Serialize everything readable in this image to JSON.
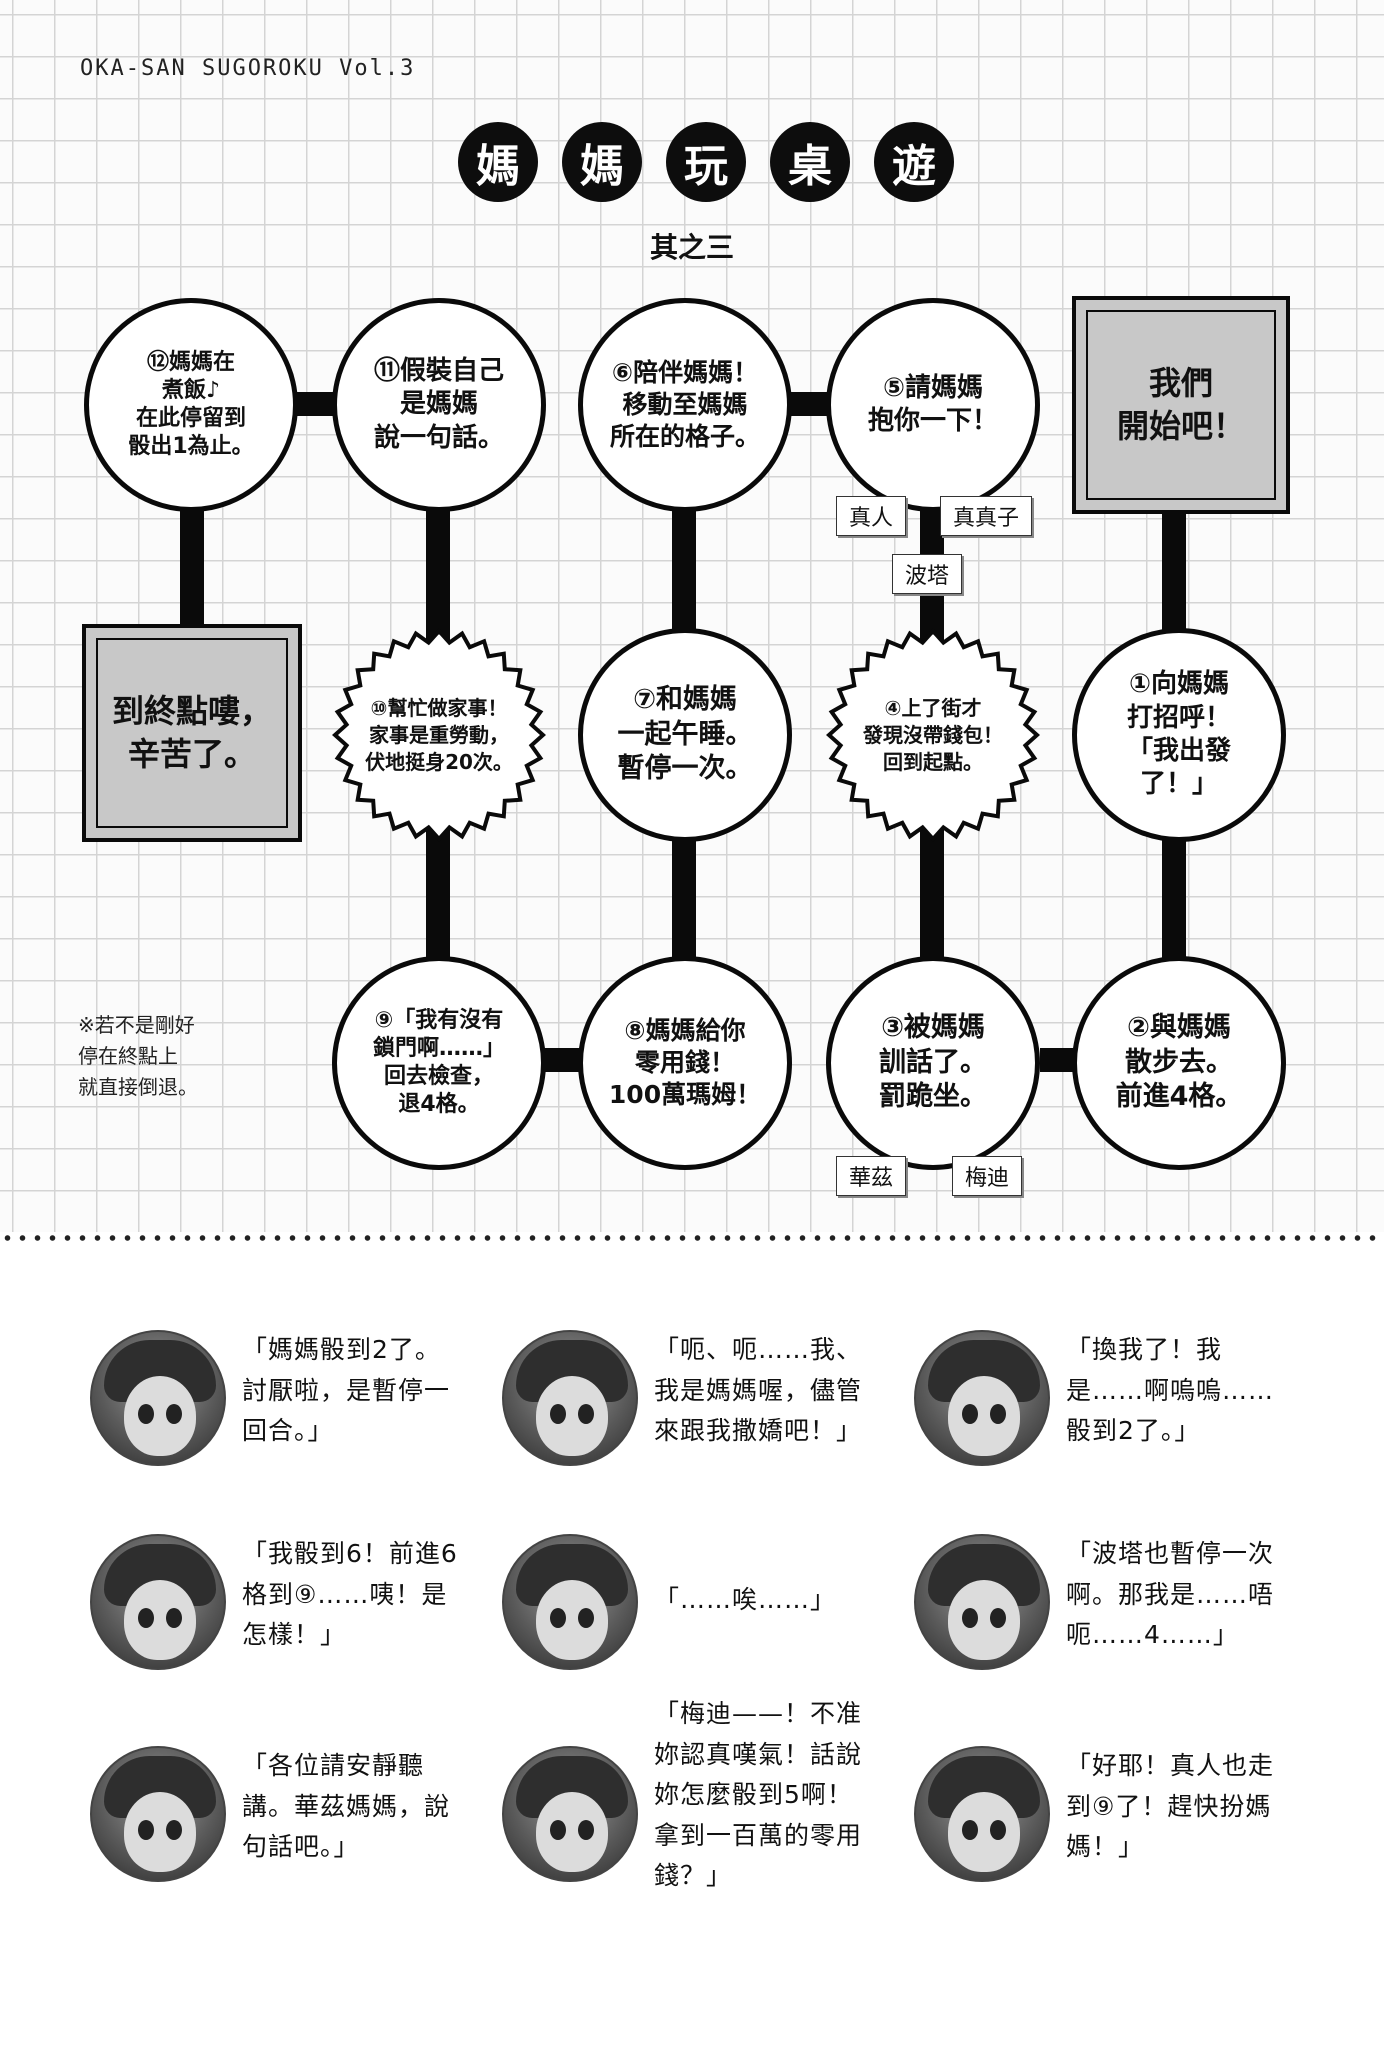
{
  "header": {
    "volume": "OKA-SAN SUGOROKU Vol.3"
  },
  "title": {
    "chars": [
      "媽",
      "媽",
      "玩",
      "桌",
      "遊"
    ],
    "subtitle": "其之三"
  },
  "board": {
    "start": "我們\n開始吧！",
    "goal": "到終點嘍，\n辛苦了。",
    "squares": [
      {
        "no": 1,
        "text": "①向媽媽\n打招呼！\n「我出發\n了！」"
      },
      {
        "no": 2,
        "text": "②與媽媽\n散步去。\n前進4格。"
      },
      {
        "no": 3,
        "text": "③被媽媽\n訓話了。\n罰跪坐。"
      },
      {
        "no": 4,
        "text": "④上了街才\n發現沒帶錢包！\n回到起點。"
      },
      {
        "no": 5,
        "text": "⑤請媽媽\n抱你一下！"
      },
      {
        "no": 6,
        "text": "⑥陪伴媽媽！\n移動至媽媽\n所在的格子。"
      },
      {
        "no": 7,
        "text": "⑦和媽媽\n一起午睡。\n暫停一次。"
      },
      {
        "no": 8,
        "text": "⑧媽媽給你\n零用錢！\n100萬瑪姆！"
      },
      {
        "no": 9,
        "text": "⑨「我有沒有\n鎖門啊……」\n回去檢查，\n退4格。"
      },
      {
        "no": 10,
        "text": "⑩幫忙做家事！\n家事是重勞動，\n伏地挺身20次。"
      },
      {
        "no": 11,
        "text": "⑪假裝自己\n是媽媽\n說一句話。"
      },
      {
        "no": 12,
        "text": "⑫媽媽在\n煮飯♪\n在此停留到\n骰出1為止。"
      }
    ],
    "tags": {
      "masato": "真人",
      "mamako": "真真子",
      "porta": "波塔",
      "wise": "華茲",
      "medhi": "梅迪"
    },
    "note": "※若不是剛好\n停在終點上\n就直接倒退。"
  },
  "dialogues": [
    {
      "text": "「媽媽骰到2了。\n討厭啦，是暫停一\n回合。」"
    },
    {
      "text": "「呃、呃……我、\n我是媽媽喔，儘管\n來跟我撒嬌吧！」"
    },
    {
      "text": "「換我了！我\n是……啊嗚嗚……\n骰到2了。」"
    },
    {
      "text": "「我骰到6！前進6\n格到⑨……咦！是\n怎樣！」"
    },
    {
      "text": "「……唉……」"
    },
    {
      "text": "「波塔也暫停一次\n啊。那我是……唔\n呃……4……」"
    },
    {
      "text": "「各位請安靜聽\n講。華茲媽媽，說\n句話吧。」"
    },
    {
      "text": "「梅迪——！不准\n妳認真嘆氣！話說\n妳怎麼骰到5啊！\n拿到一百萬的零用\n錢？」"
    },
    {
      "text": "「好耶！真人也走\n到⑨了！趕快扮媽\n媽！」"
    }
  ]
}
